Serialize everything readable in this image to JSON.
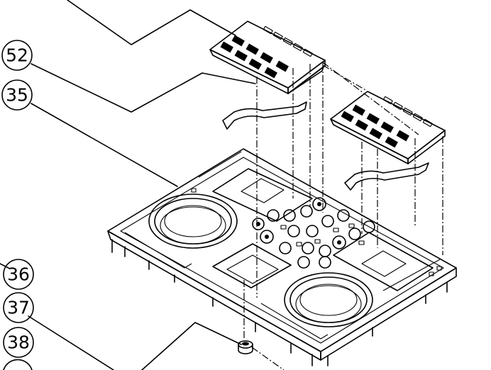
{
  "callouts": [
    {
      "id": "c52",
      "label": "52"
    },
    {
      "id": "c35",
      "label": "35"
    },
    {
      "id": "c36",
      "label": "36"
    },
    {
      "id": "c37",
      "label": "37"
    },
    {
      "id": "c38",
      "label": "38"
    }
  ],
  "colors": {
    "line": "#000000",
    "background": "#ffffff"
  }
}
